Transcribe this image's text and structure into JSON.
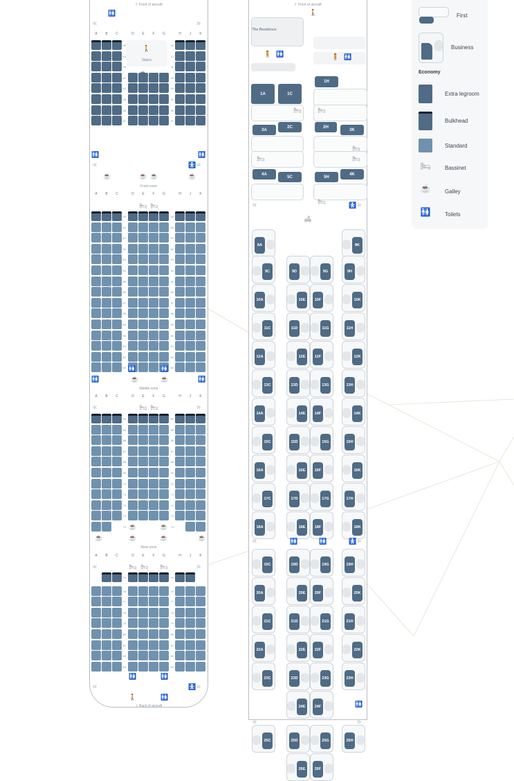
{
  "economy_map": {
    "front_label": "Front of aircraft",
    "back_label": "Back of aircraft",
    "stairs_label": "Stairs",
    "column_letters": [
      "A",
      "B",
      "C",
      "D",
      "E",
      "F",
      "G",
      "H",
      "J",
      "K"
    ],
    "zones": [
      {
        "name": "Front zone"
      },
      {
        "name": "Middle zone"
      },
      {
        "name": "Rear zone"
      }
    ],
    "sections": [
      {
        "id": "upper-forward",
        "rows": [
          40,
          41,
          42,
          43,
          44,
          45,
          46,
          47
        ],
        "type": "extra_legroom",
        "bulkhead_rows": [
          40
        ]
      },
      {
        "id": "front-zone",
        "rows": [
          49,
          50,
          51,
          52,
          53,
          54,
          55,
          56,
          57,
          58,
          59,
          60,
          61,
          62,
          63
        ],
        "type": "standard",
        "bulkhead_rows": [
          49
        ]
      },
      {
        "id": "middle-zone",
        "rows": [
          64,
          65,
          66,
          67,
          68,
          69,
          70,
          71,
          72,
          73,
          74
        ],
        "type": "standard",
        "bulkhead_rows": [
          64
        ]
      },
      {
        "id": "rear-zone",
        "rows": [
          75,
          76,
          77,
          78,
          79,
          80,
          81,
          82,
          83
        ],
        "type": "standard",
        "bulkhead_rows": [
          75
        ]
      }
    ]
  },
  "business_map": {
    "front_label": "Front of aircraft",
    "residence_label": "The Residence",
    "first_seats": [
      "1A",
      "1C",
      "1H",
      "2C",
      "2H",
      "3A",
      "3K",
      "4A",
      "4K",
      "5C",
      "5H"
    ],
    "business_rows": [
      {
        "row": 8,
        "seats": [
          "8A",
          "8K"
        ]
      },
      {
        "row": 9,
        "seats": [
          "9C",
          "9D",
          "9G",
          "9H"
        ]
      },
      {
        "row": 10,
        "seats": [
          "10A",
          "10E",
          "10F",
          "10K"
        ]
      },
      {
        "row": 11,
        "seats": [
          "11C",
          "11D",
          "11G",
          "11H"
        ]
      },
      {
        "row": 12,
        "seats": [
          "12A",
          "12E",
          "12F",
          "12K"
        ]
      },
      {
        "row": 13,
        "seats": [
          "13C",
          "13D",
          "13G",
          "13H"
        ]
      },
      {
        "row": 14,
        "seats": [
          "14A",
          "14E",
          "14F",
          "14K"
        ]
      },
      {
        "row": 15,
        "seats": [
          "15C",
          "15D",
          "15G",
          "15H"
        ]
      },
      {
        "row": 16,
        "seats": [
          "16A",
          "16E",
          "16F",
          "16K"
        ]
      },
      {
        "row": 17,
        "seats": [
          "17C",
          "17D",
          "17G",
          "17H"
        ]
      },
      {
        "row": 18,
        "seats": [
          "18A",
          "18E",
          "18F",
          "18K"
        ]
      },
      {
        "row": 19,
        "seats": [
          "19C",
          "19D",
          "19G",
          "19H"
        ]
      },
      {
        "row": 20,
        "seats": [
          "20A",
          "20E",
          "20F",
          "20K"
        ]
      },
      {
        "row": 21,
        "seats": [
          "21C",
          "21D",
          "21G",
          "21H"
        ]
      },
      {
        "row": 22,
        "seats": [
          "22A",
          "22E",
          "22F",
          "22K"
        ]
      },
      {
        "row": 23,
        "seats": [
          "23C",
          "23D",
          "23G",
          "23H"
        ]
      },
      {
        "row": 24,
        "seats": [
          "24E",
          "24F"
        ]
      },
      {
        "row": 25,
        "seats": [
          "25C",
          "25D",
          "25G",
          "25H"
        ]
      },
      {
        "row": 26,
        "seats": [
          "26E",
          "26F"
        ]
      }
    ]
  },
  "legend": {
    "first": "First",
    "business": "Business",
    "economy_heading": "Economy",
    "extra_legroom": "Extra legroom",
    "bulkhead": "Bulkhead",
    "standard": "Standard",
    "bassinet": "Bassinet",
    "galley": "Galley",
    "toilets": "Toilets"
  },
  "colors": {
    "extra_legroom": "#4f6b85",
    "standard": "#7092ae",
    "bulkhead_bar": "#16222e",
    "premium_seat": "#4f6b85"
  }
}
